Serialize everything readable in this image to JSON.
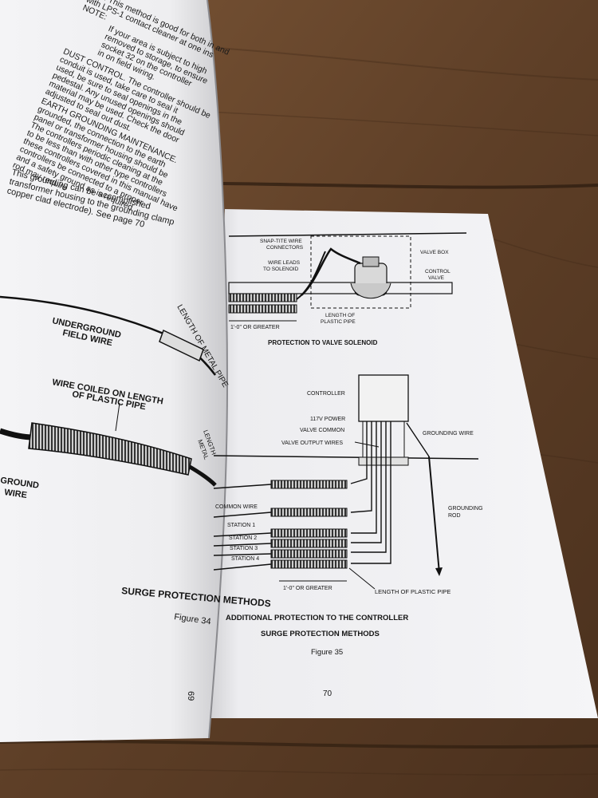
{
  "left_page": {
    "body_lines": [
      "time. This method is good for both in and",
      "with LPS-1 contact cleaner at one ins",
      "NOTE:",
      "If your area is subject to high",
      "removed to storage, to ensure",
      "socket 32 on the controller",
      "in on field wiring.",
      "DUST CONTROL. The controller should be",
      "conduit is used, take care to seal it",
      "used, be sure to seal openings in the",
      "pedestal. Any unused openings should",
      "material may be used. Check the door",
      "adjusted to seal out dust.",
      "EARTH GROUNDING MAINTENANCE.",
      "grounded, the connection to the earth",
      "panel or transformer housing should be",
      "The controllers periodic cleaning at the",
      "to be less than with other type controllers",
      "these controllers covered in this manual have",
      "controllers be connected to a proper",
      "and a safety ground as is required",
      "rod may require",
      "This grounding can be accomplished",
      "transformer housing to the grounding clamp",
      "copper clad electrode).  See page 70"
    ],
    "label_length_metal": "LENGTH OF METAL PIPE",
    "label_underground": "UNDERGROUND",
    "label_field_wire": "FIELD WIRE",
    "label_coiled_1": "WIRE COILED ON LENGTH",
    "label_coiled_2": "OF PLASTIC PIPE",
    "label_ground_1": "GROUND",
    "label_ground_2": "WIRE",
    "label_partial_1": "LENGTH",
    "label_partial_2": "METAL",
    "heading": "SURGE PROTECTION METHODS",
    "figure": "Figure 34",
    "page_number": "69"
  },
  "right_page": {
    "top_diagram": {
      "snap_tite": "SNAP-TITE WIRE",
      "snap_tite_2": "CONNECTORS",
      "wire_leads": "WIRE LEADS",
      "wire_leads_2": "TO SOLENOID",
      "valve_box": "VALVE BOX",
      "control_valve": "CONTROL",
      "control_valve_2": "VALVE",
      "length_plastic": "LENGTH OF",
      "length_plastic_2": "PLASTIC PIPE",
      "greater": "1'-0\" OR GREATER",
      "caption": "PROTECTION TO VALVE SOLENOID"
    },
    "bottom_diagram": {
      "controller": "CONTROLLER",
      "power": "117V POWER",
      "valve_common": "VALVE COMMON",
      "valve_output": "VALVE OUTPUT WIRES",
      "grounding_wire": "GROUNDING WIRE",
      "grounding_rod_1": "GROUNDING",
      "grounding_rod_2": "ROD",
      "common_wire": "COMMON WIRE",
      "station_1": "STATION 1",
      "station_2": "STATION 2",
      "station_3": "STATION 3",
      "station_4": "STATION 4",
      "greater": "1'-0\" OR GREATER",
      "length_plastic": "LENGTH OF PLASTIC PIPE"
    },
    "caption_1": "ADDITIONAL PROTECTION TO THE CONTROLLER",
    "caption_2": "SURGE PROTECTION METHODS",
    "figure": "Figure 35",
    "page_number": "70"
  }
}
